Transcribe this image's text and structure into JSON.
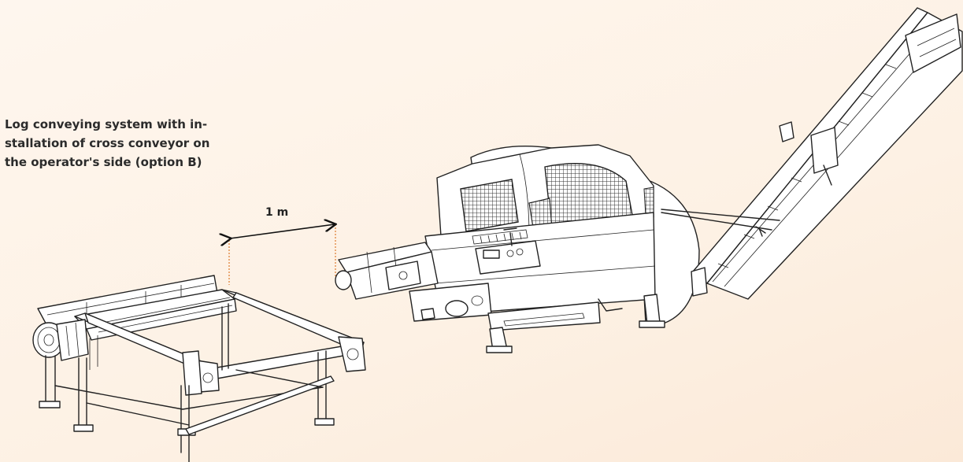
{
  "caption": {
    "line1": "Log conveying system with in-",
    "line2": "stallation of cross conveyor on",
    "line3": "the operator's side (option B)"
  },
  "dimension": {
    "label": "1 m",
    "line_color": "#e0823a"
  }
}
